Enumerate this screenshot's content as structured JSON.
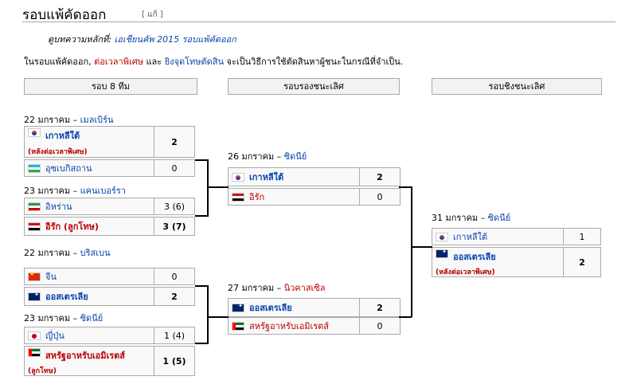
{
  "section": {
    "title": "รอบแพ้คัดออก",
    "edit": "[ แก้ ]"
  },
  "hatnote": {
    "prefix": "ดูบทความหลักที่: ",
    "link": "เอเชียนคัพ 2015 รอบแพ้คัดออก"
  },
  "intro": {
    "text1": "ในรอบแพ้คัดออก, ",
    "link1": "ต่อเวลาพิเศษ",
    "text2": " และ ",
    "link2": "ยิงจุดโทษตัดสิน",
    "text3": " จะเป็นวิธีการใช้ตัดสินหาผู้ชนะในกรณีที่จำเป็น."
  },
  "rounds": [
    "รอบ 8 ทีม",
    "รอบรองชนะเลิศ",
    "รอบชิงชนะเลิศ"
  ],
  "qf": [
    {
      "date": "22 มกราคม – ",
      "venue": "เมลเบิร์น",
      "home": {
        "flag": "kor",
        "name": "เกาหลีใต้",
        "note": "(หลังต่อเวลาพิเศษ)",
        "score": "2"
      },
      "away": {
        "flag": "uzb",
        "name": "อุซเบกิสถาน",
        "score": "0"
      }
    },
    {
      "date": "23 มกราคม – ",
      "venue": "แคนเบอร์รา",
      "home": {
        "flag": "irn",
        "name": "อิหร่าน",
        "score": "3 (6)"
      },
      "away": {
        "flag": "irq",
        "name": "อิรัก (ลูกโทษ)",
        "score": "3 (7)"
      }
    },
    {
      "date": "22 มกราคม – ",
      "venue": "บริสเบน",
      "home": {
        "flag": "chn",
        "name": "จีน",
        "score": "0"
      },
      "away": {
        "flag": "aus",
        "name": "ออสเตรเลีย",
        "score": "2"
      }
    },
    {
      "date": "23 มกราคม – ",
      "venue": "ซิดนีย์",
      "home": {
        "flag": "jpn",
        "name": "ญี่ปุ่น",
        "score": "1 (4)"
      },
      "away": {
        "flag": "uae",
        "name": "สหรัฐอาหรับเอมิเรตส์",
        "note": "(ลูกโทษ)",
        "score": "1 (5)"
      }
    }
  ],
  "sf": [
    {
      "date": "26 มกราคม – ",
      "venue": "ซิดนีย์",
      "home": {
        "flag": "kor",
        "name": "เกาหลีใต้",
        "score": "2"
      },
      "away": {
        "flag": "irq",
        "name": "อิรัก",
        "score": "0"
      }
    },
    {
      "date": "27 มกราคม – ",
      "venue": "นิวคาสเซิล",
      "home": {
        "flag": "aus",
        "name": "ออสเตรเลีย",
        "score": "2"
      },
      "away": {
        "flag": "uae",
        "name": "สหรัฐอาหรับเอมิเรตส์",
        "score": "0"
      }
    }
  ],
  "final": {
    "date": "31 มกราคม – ",
    "venue": "ซิดนีย์",
    "home": {
      "flag": "kor",
      "name": "เกาหลีใต้",
      "score": "1"
    },
    "away": {
      "flag": "aus",
      "name": "ออสเตรเลีย",
      "note": "(หลังต่อเวลาพิเศษ)",
      "score": "2"
    }
  }
}
